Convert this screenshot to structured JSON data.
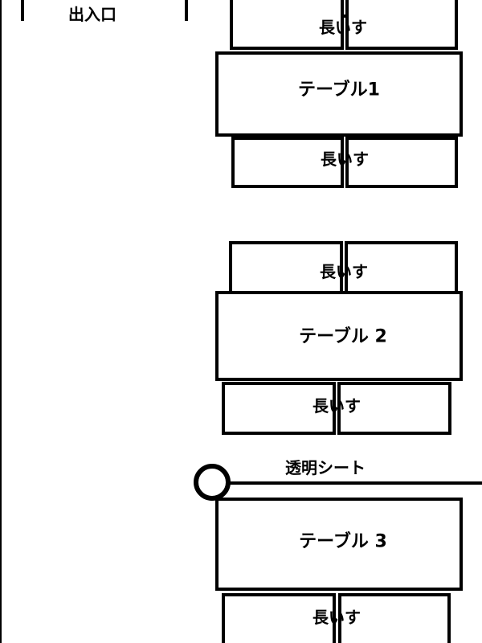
{
  "entrance": {
    "label": "出入口"
  },
  "bench_label": "長いす",
  "tables": [
    {
      "label": "テーブル1"
    },
    {
      "label": "テーブル 2"
    },
    {
      "label": "テーブル 3"
    }
  ],
  "transparent_sheet": {
    "label": "透明シート"
  },
  "colors": {
    "line": "#000000",
    "background": "#ffffff"
  }
}
